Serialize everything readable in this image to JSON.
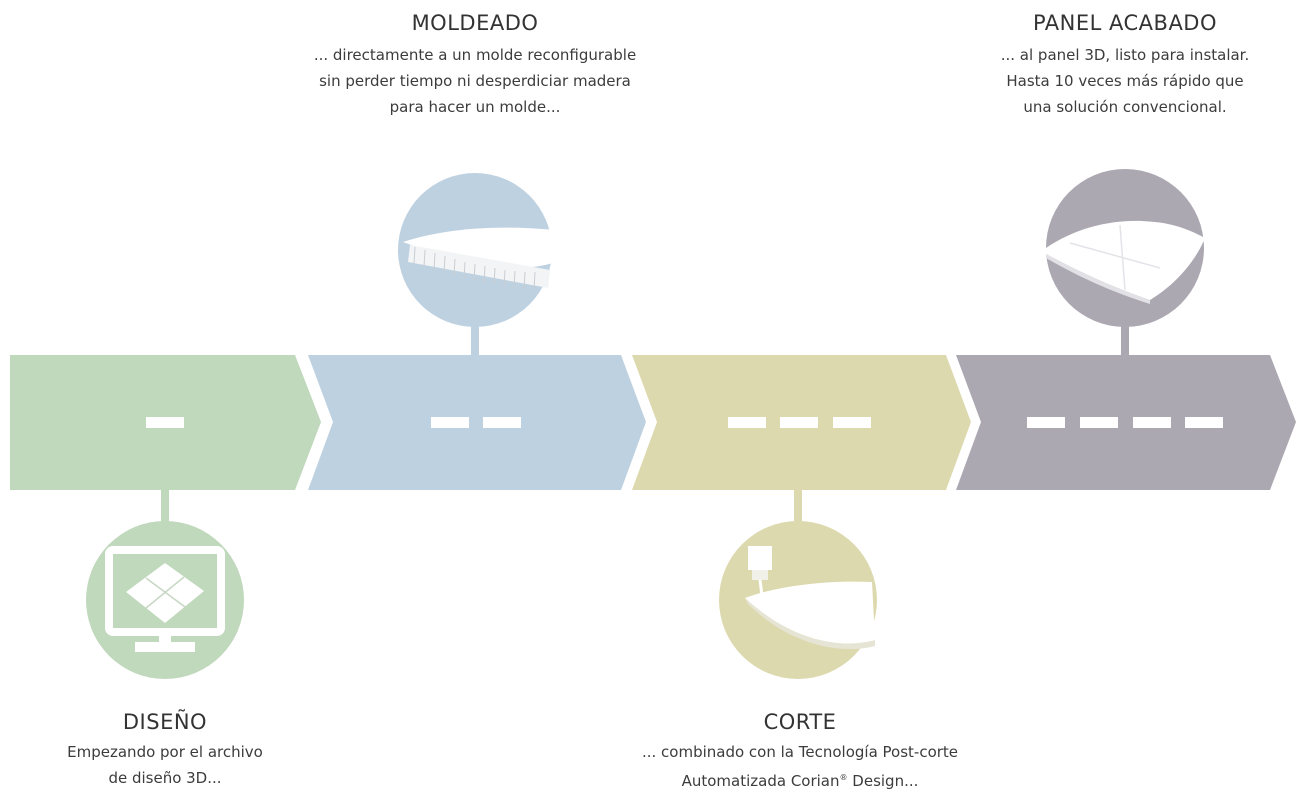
{
  "colors": {
    "diseno": "#c0d8bc",
    "moldeado": "#bed1e1",
    "corte": "#ddd9ae",
    "panel": "#aba8b2",
    "dash": "#ffffff"
  },
  "steps": [
    {
      "key": "diseno",
      "title": "DISEÑO",
      "desc": [
        "Empezando por el archivo",
        "de diseño 3D..."
      ],
      "dashes": 1,
      "icon": "monitor-icon",
      "position": "below"
    },
    {
      "key": "moldeado",
      "title": "MOLDEADO",
      "desc": [
        "... directamente a un molde reconfigurable",
        "sin perder tiempo ni desperdiciar madera",
        "para hacer un molde..."
      ],
      "dashes": 2,
      "icon": "mould-icon",
      "position": "above"
    },
    {
      "key": "corte",
      "title": "CORTE",
      "desc": [
        "... combinado con la Tecnología Post-corte",
        "Automatizada Corian"
      ],
      "desc_sup": "®",
      "desc_tail": " Design...",
      "dashes": 3,
      "icon": "cnc-cutter-icon",
      "position": "below"
    },
    {
      "key": "panel",
      "title": "PANEL ACABADO",
      "desc": [
        "... al panel 3D, listo para instalar.",
        "Hasta 10 veces más rápido que",
        "una solución convencional."
      ],
      "dashes": 4,
      "icon": "finished-panel-icon",
      "position": "above"
    }
  ]
}
